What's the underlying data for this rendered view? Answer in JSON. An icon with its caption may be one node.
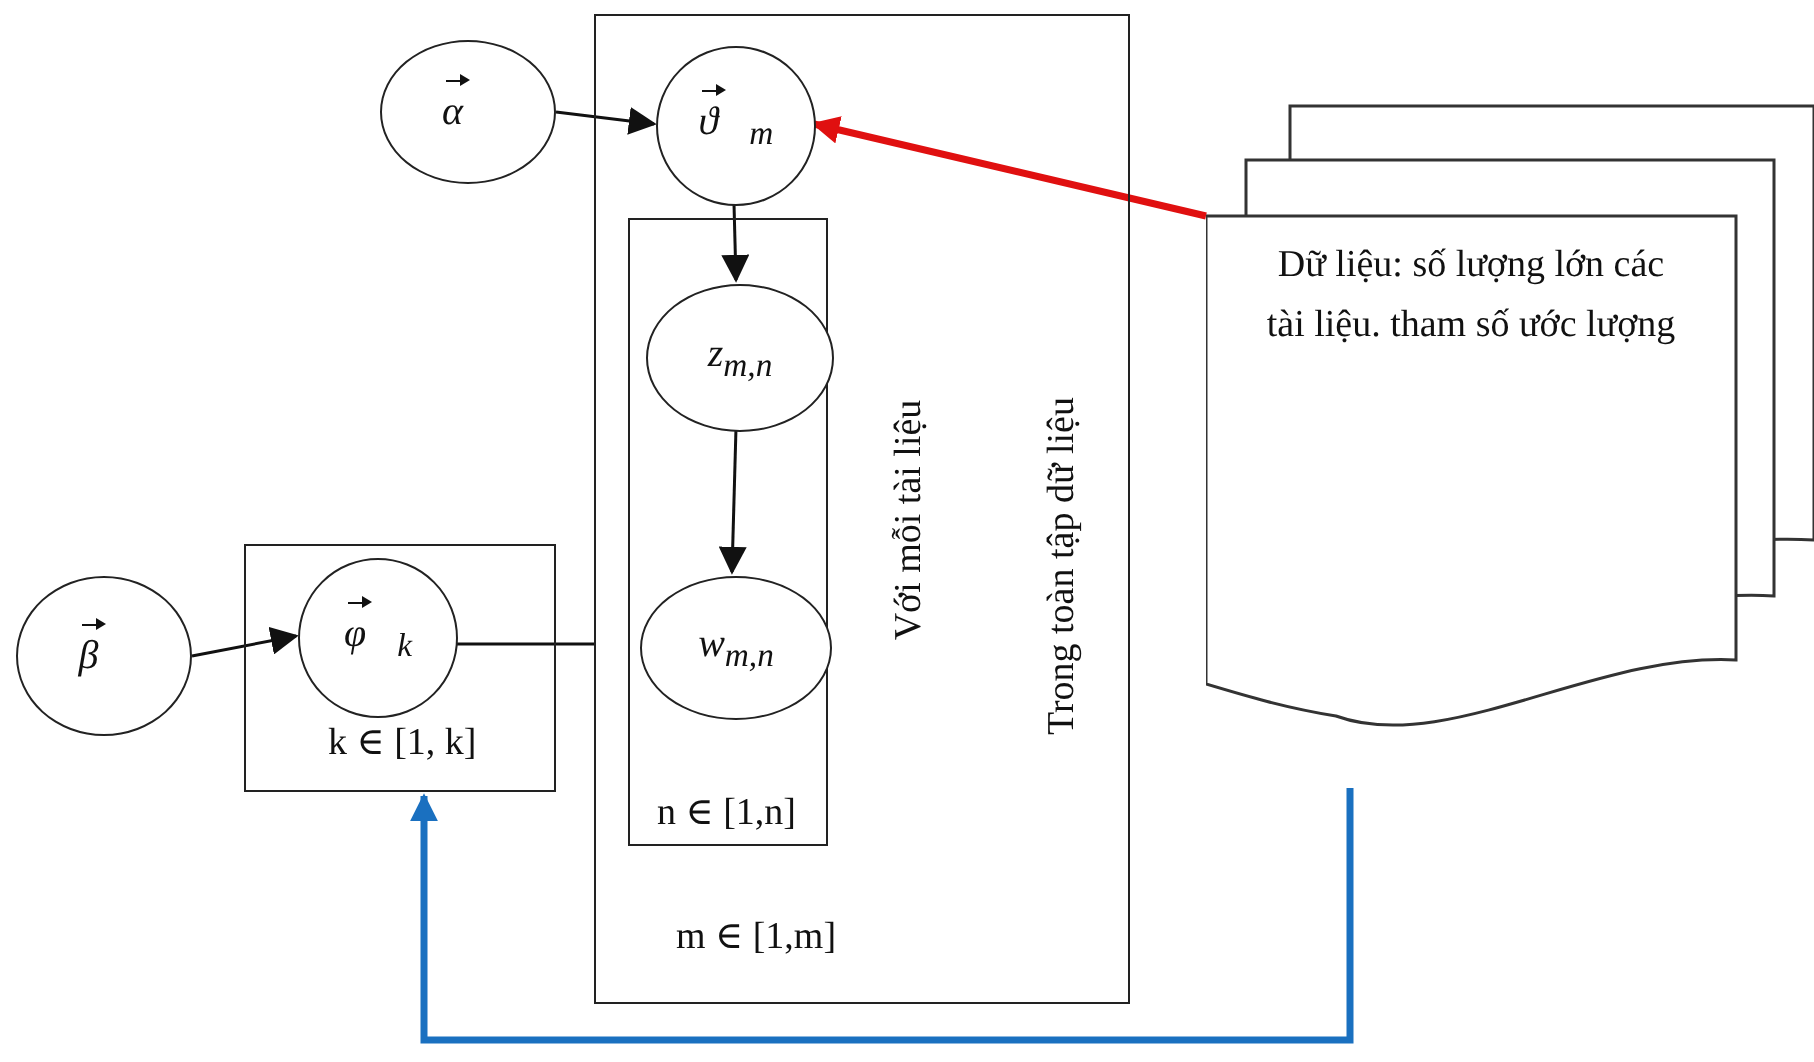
{
  "diagram": {
    "nodes": [
      {
        "text": [
          "Trong toàn tập dữ liệu",
          "m ∈ [1,m]"
        ]
      },
      {
        "text": [
          "α⃗"
        ]
      },
      {
        "text": [
          "ϑ⃗$_{m}$"
        ],
        "in": 0
      },
      {
        "text": [
          "Với mỗi tài liệu",
          "n ∈ [1,n]"
        ],
        "in": 0
      },
      {
        "text": [
          "z$_{m,n}$"
        ],
        "in": 3
      },
      {
        "text": [
          "w$_{m,n}$"
        ],
        "in": 3
      },
      {
        "text": [
          "k ∈ [1, k]"
        ]
      },
      {
        "text": [
          "φ⃗$_{k}$"
        ],
        "in": 6
      },
      {
        "text": [
          "β⃗"
        ]
      },
      {
        "text": [
          "Dữ liệu: số lượng lớn các tài liệu. tham số ước lượng"
        ]
      }
    ],
    "edges": [
      {
        "from": 1,
        "to": 2,
        "arrow": "to"
      },
      {
        "from": 2,
        "to": 4,
        "arrow": "to"
      },
      {
        "from": 4,
        "to": 5,
        "arrow": "to"
      },
      {
        "from": 8,
        "to": 7,
        "arrow": "to"
      },
      {
        "from": 7,
        "to": 0,
        "arrow": "none"
      },
      {
        "from": 9,
        "to": 2,
        "arrow": "to",
        "style": "thick",
        "color": "#e01010"
      },
      {
        "from": 9,
        "to": 6,
        "arrow": "to",
        "style": "thick",
        "color": "#1a70c0"
      }
    ]
  }
}
